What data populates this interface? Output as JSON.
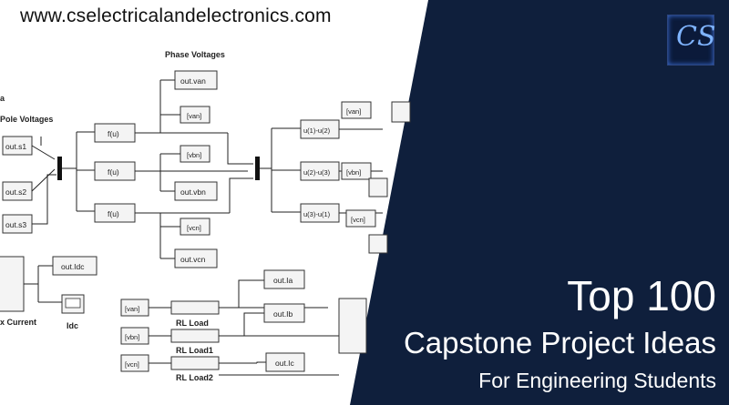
{
  "website": "www.cselectricalandelectronics.com",
  "logo_glyph": "CS",
  "promo": {
    "title": "Top 100",
    "subtitle": "Capstone Project Ideas",
    "audience": "For Engineering Students"
  },
  "colors": {
    "panel": "#0f1f3c",
    "text_light": "#ffffff"
  },
  "diagram": {
    "headings": {
      "phase_voltages": "Phase Voltages",
      "pole_voltages": "Pole Voltages",
      "partial_a": "a",
      "current": "x Current",
      "idc": "Idc"
    },
    "outputs": {
      "s1": "out.s1",
      "s2": "out.s2",
      "s3": "out.s3",
      "van": "out.van",
      "vbn": "out.vbn",
      "vcn": "out.vcn",
      "idc": "out.Idc",
      "ia": "out.Ia",
      "ib": "out.Ib",
      "ic": "out.Ic"
    },
    "fcn": "f(u)",
    "tags": {
      "van": "[van]",
      "vbn": "[vbn]",
      "vcn": "[vcn]"
    },
    "line_fcns": {
      "ab": "u(1)-u(2)",
      "bc": "u(2)-u(3)",
      "ca": "u(3)-u(1)"
    },
    "loads": {
      "a": "RL Load",
      "b": "RL Load1",
      "c": "RL Load2"
    }
  }
}
